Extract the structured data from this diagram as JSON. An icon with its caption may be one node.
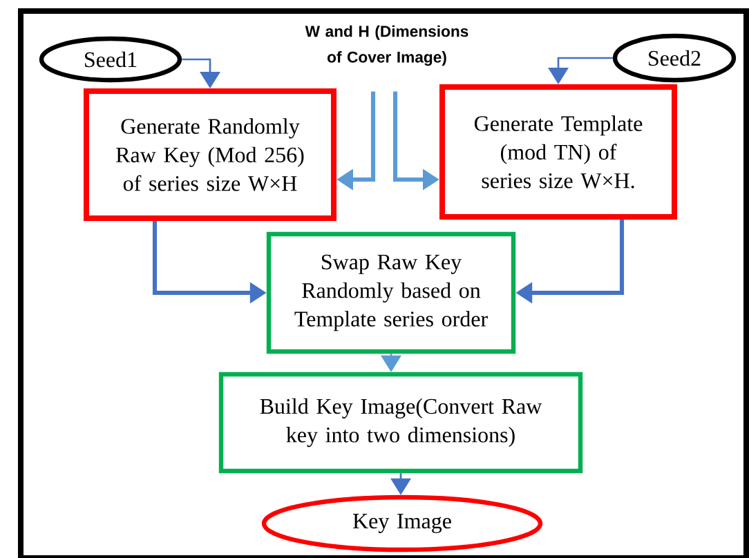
{
  "diagram": {
    "nodes": [
      {
        "text": [
          "W and H (Dimensions of Cover Image)"
        ]
      },
      {
        "text": [
          "Seed1"
        ]
      },
      {
        "text": [
          "Seed2"
        ]
      },
      {
        "text": [
          "Generate Randomly Raw Key (Mod 256) of series size W×H"
        ]
      },
      {
        "text": [
          "Generate Template (mod TN) of series size W×H."
        ]
      },
      {
        "text": [
          "Swap Raw Key Randomly based on Template series order"
        ]
      },
      {
        "text": [
          "Build Key Image(Convert Raw key into two dimensions)"
        ]
      },
      {
        "text": [
          "Key Image"
        ]
      }
    ],
    "edges": [
      {
        "from": 1,
        "to": 3,
        "arrow": "to"
      },
      {
        "from": 2,
        "to": 4,
        "arrow": "to"
      },
      {
        "from": 0,
        "to": 3,
        "arrow": "to",
        "style": "thick",
        "color": "#5b9bd5"
      },
      {
        "from": 0,
        "to": 4,
        "arrow": "to",
        "style": "thick",
        "color": "#5b9bd5"
      },
      {
        "from": 3,
        "to": 5,
        "arrow": "to",
        "style": "thick"
      },
      {
        "from": 4,
        "to": 5,
        "arrow": "to",
        "style": "thick"
      },
      {
        "from": 5,
        "to": 6,
        "arrow": "to",
        "color": "#5b9bd5"
      },
      {
        "from": 6,
        "to": 7,
        "arrow": "to"
      }
    ]
  }
}
